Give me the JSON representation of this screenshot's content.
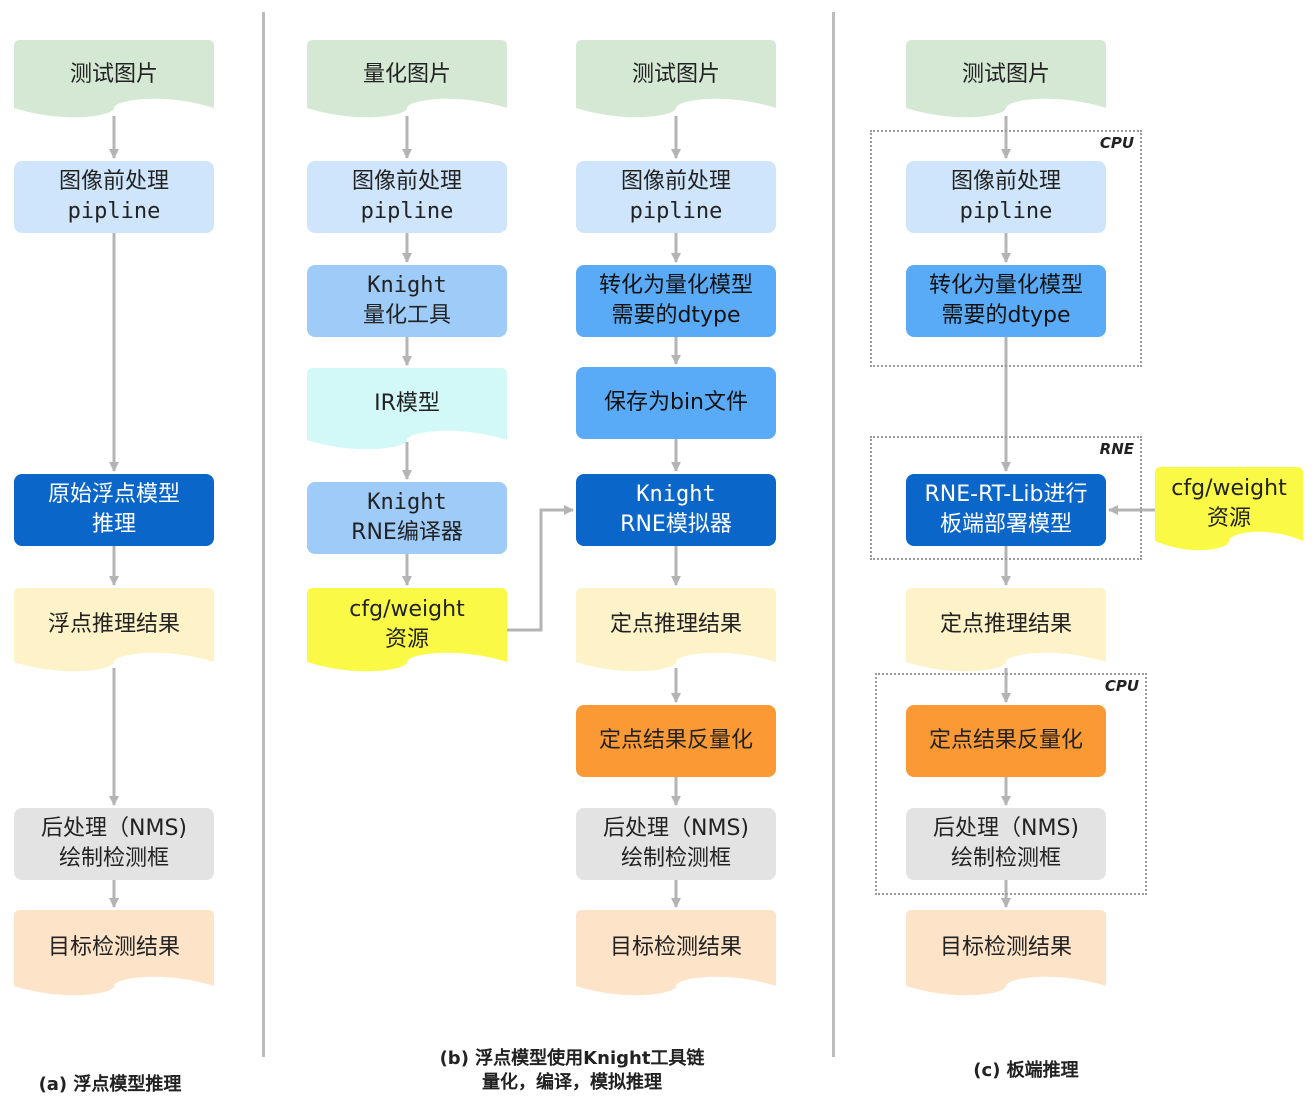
{
  "panels": {
    "a": {
      "caption": "(a) 浮点模型推理",
      "test_image": "测试图片",
      "preprocess": [
        "图像前处理",
        "pipline"
      ],
      "float_infer": [
        "原始浮点模型",
        "推理"
      ],
      "float_result": "浮点推理结果",
      "postprocess": [
        "后处理（NMS)",
        "绘制检测框"
      ],
      "detect_result": "目标检测结果"
    },
    "b": {
      "caption": [
        "(b) 浮点模型使用Knight工具链",
        "量化，编译，模拟推理"
      ],
      "quant_image": "量化图片",
      "quant_preprocess": [
        "图像前处理",
        "pipline"
      ],
      "quant_tool": [
        "Knight",
        "量化工具"
      ],
      "ir_model": "IR模型",
      "compiler": [
        "Knight",
        "RNE编译器"
      ],
      "cfg_weight": [
        "cfg/weight",
        "资源"
      ],
      "test_image": "测试图片",
      "preprocess": [
        "图像前处理",
        "pipline"
      ],
      "convert_dtype": [
        "转化为量化模型",
        "需要的dtype"
      ],
      "save_bin": "保存为bin文件",
      "simulator": [
        "Knight",
        "RNE模拟器"
      ],
      "fixed_result": "定点推理结果",
      "dequant": "定点结果反量化",
      "postprocess": [
        "后处理（NMS)",
        "绘制检测框"
      ],
      "detect_result": "目标检测结果"
    },
    "c": {
      "caption": "(c) 板端推理",
      "test_image": "测试图片",
      "preprocess": [
        "图像前处理",
        "pipline"
      ],
      "convert_dtype": [
        "转化为量化模型",
        "需要的dtype"
      ],
      "deploy": [
        "RNE-RT-Lib进行",
        "板端部署模型"
      ],
      "cfg_weight": [
        "cfg/weight",
        "资源"
      ],
      "fixed_result": "定点推理结果",
      "dequant": "定点结果反量化",
      "postprocess": [
        "后处理（NMS)",
        "绘制检测框"
      ],
      "detect_result": "目标检测结果",
      "region_cpu_1": "CPU",
      "region_rne": "RNE",
      "region_cpu_2": "CPU"
    }
  },
  "colors": {
    "input_image": "#d5e8d4",
    "preprocess": "#cfe5fb",
    "knight_tool": "#9ecbf8",
    "convert": "#5aabf7",
    "inference": "#0a66c8",
    "ir_model": "#d2f8f8",
    "resource": "#fafa46",
    "result": "#fdf2c8",
    "postprocess": "#e3e3e3",
    "final_result": "#fde3c8",
    "dequant": "#fb9935",
    "arrow": "#b4b4b4"
  }
}
